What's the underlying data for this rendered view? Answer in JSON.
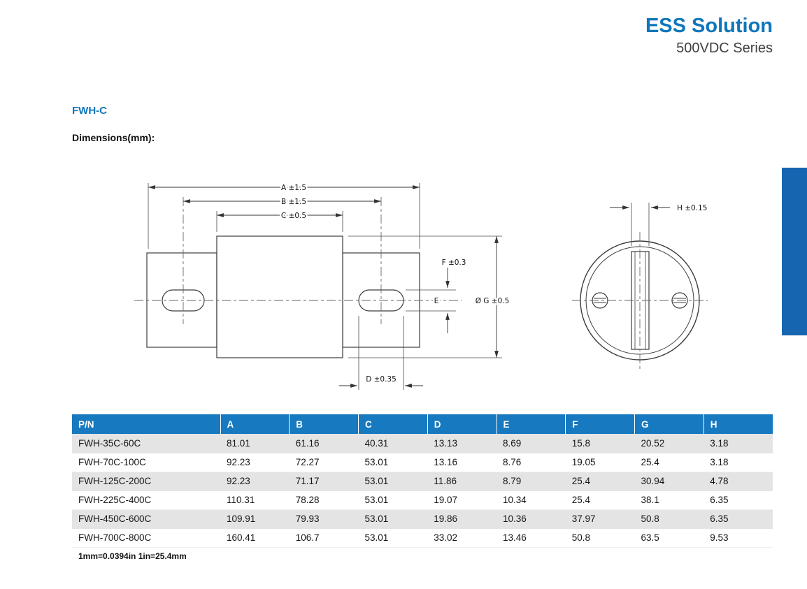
{
  "brand": {
    "name": "ESS Solution",
    "series": "500VDC Series"
  },
  "page": {
    "model": "FWH-C",
    "dimensions_label": "Dimensions(mm):",
    "footnote": "1mm=0.0394in 1in=25.4mm"
  },
  "drawing": {
    "labels": {
      "A": "A ±1.5",
      "B": "B ±1.5",
      "C": "C ±0.5",
      "D": "D ±0.35",
      "E": "E",
      "F": "F ±0.3",
      "G": "Ø G ±0.5",
      "H": "H ±0.15"
    }
  },
  "table": {
    "headers": [
      "P/N",
      "A",
      "B",
      "C",
      "D",
      "E",
      "F",
      "G",
      "H"
    ],
    "rows": [
      [
        "FWH-35C-60C",
        "81.01",
        "61.16",
        "40.31",
        "13.13",
        "8.69",
        "15.8",
        "20.52",
        "3.18"
      ],
      [
        "FWH-70C-100C",
        "92.23",
        "72.27",
        "53.01",
        "13.16",
        "8.76",
        "19.05",
        "25.4",
        "3.18"
      ],
      [
        "FWH-125C-200C",
        "92.23",
        "71.17",
        "53.01",
        "11.86",
        "8.79",
        "25.4",
        "30.94",
        "4.78"
      ],
      [
        "FWH-225C-400C",
        "110.31",
        "78.28",
        "53.01",
        "19.07",
        "10.34",
        "25.4",
        "38.1",
        "6.35"
      ],
      [
        "FWH-450C-600C",
        "109.91",
        "79.93",
        "53.01",
        "19.86",
        "10.36",
        "37.97",
        "50.8",
        "6.35"
      ],
      [
        "FWH-700C-800C",
        "160.41",
        "106.7",
        "53.01",
        "33.02",
        "13.46",
        "50.8",
        "63.5",
        "9.53"
      ]
    ]
  },
  "colors": {
    "accent_blue": "#0e76bc",
    "table_header_bg": "#1779bf",
    "row_alt_bg": "#e4e4e4",
    "side_tab_bg": "#1565b0"
  }
}
